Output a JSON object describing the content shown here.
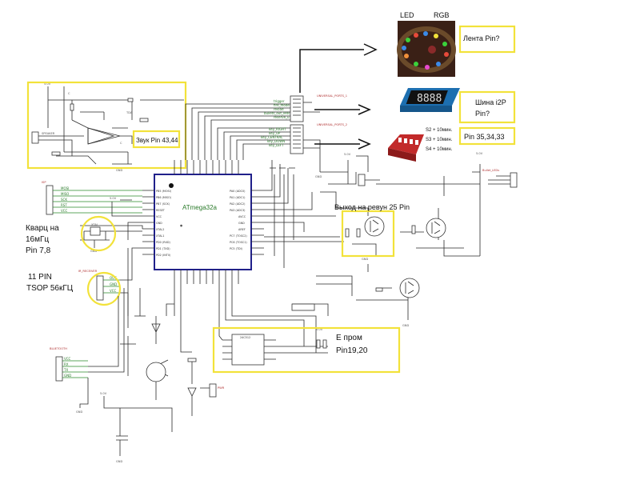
{
  "mcu": {
    "name": "ATmega32a"
  },
  "annotations": {
    "led_label": "LED",
    "rgb_label": "RGB",
    "strip_pin": "Лента Pin?",
    "i2c_bus_line1": "Шина i2P",
    "i2c_bus_line2": "Pin?",
    "switches_pins": "Pin 35,34,33",
    "switch_s2": "S2 + 10мин.",
    "switch_s3": "S3 + 10мин.",
    "switch_s4": "S4 + 10мин.",
    "sound_pin": "Звук Pin 43,44",
    "siren_output": "Выход на ревун 25 Pin",
    "crystal_line1": "Кварц на",
    "crystal_line2": "16мГц",
    "crystal_line3": "Pin 7,8",
    "tsop_line1": "11 PIN",
    "tsop_line2": "TSOP 56кГЦ",
    "eeprom_line1": "Е пром",
    "eeprom_line2": "Pin19,20"
  },
  "nets": {
    "trigger": "trigger",
    "fire_mode": "fire_mode",
    "reload": "reload",
    "bullets_out_leds": "bullets_out_leds",
    "reserve": "reserve_u",
    "key_right": "key_RIGHT",
    "key_up": "key_UP",
    "key_central": "key_CENTRAL",
    "key_down": "key_DOWN",
    "key_left": "key_LEFT",
    "mosi": "MOSI",
    "miso": "MISO",
    "sck": "SCK",
    "rst": "RST",
    "vcc": "VCC",
    "gnd": "GND",
    "rx": "RX",
    "tx": "TX",
    "vcc5": "5.0V",
    "gnd_sym": "GND"
  },
  "parts": {
    "universal_ports_1": "UNIVERSAL_PORTS_1",
    "universal_ports_2": "UNIVERSAL_PORTS_2",
    "eeprom": "24C512",
    "ir_receiver": "IR_RECEIVER",
    "isp": "ISP",
    "bluetooth": "BLUETOOTH",
    "bullet_leds": "Bullet_LEDs",
    "power_pin": "PWR"
  },
  "colors": {
    "highlight": "#f2e23a",
    "chip_border": "#20208a",
    "net_label": "#2a7a2a"
  }
}
